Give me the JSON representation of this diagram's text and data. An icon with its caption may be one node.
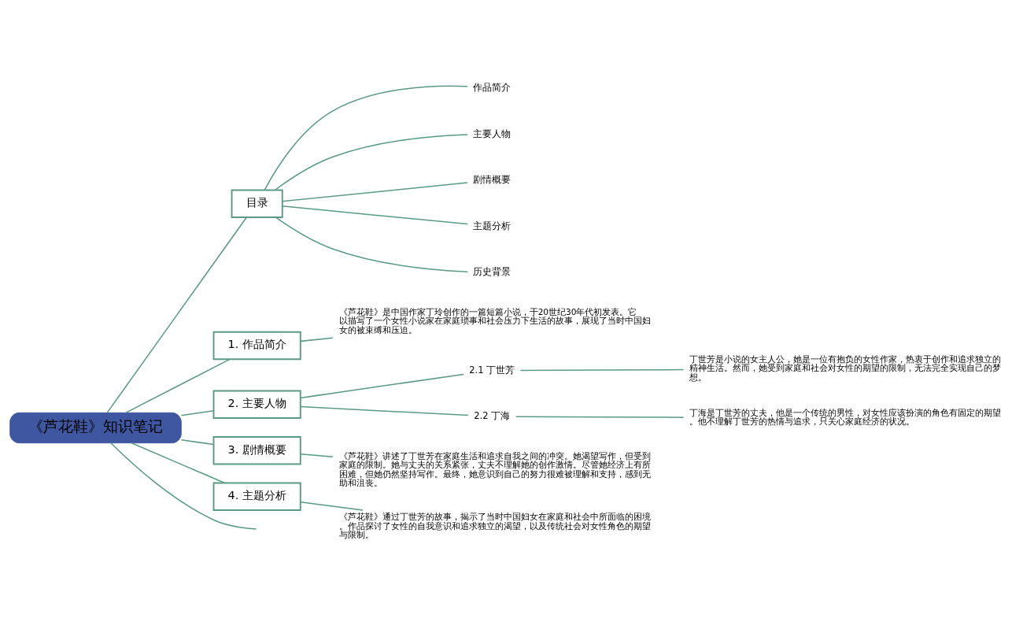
{
  "diagram": {
    "nodes": [
      {
        "text": [
          "《芦花鞋》知识笔记"
        ]
      },
      {
        "text": [
          "目录"
        ]
      },
      {
        "text": [
          "作品简介"
        ]
      },
      {
        "text": [
          "主要人物"
        ]
      },
      {
        "text": [
          "剧情概要"
        ]
      },
      {
        "text": [
          "主题分析"
        ]
      },
      {
        "text": [
          "历史背景"
        ]
      },
      {
        "text": [
          "1. 作品简介"
        ]
      },
      {
        "text": [
          "《芦花鞋》是中国作家丁玲创作的一篇短篇小说，于20世纪30年代初发表。它以描写了一个女性小说家在家庭琐事和社会压力下生活的故事，展现了当时中国妇女的被束缚和压迫。"
        ]
      },
      {
        "text": [
          "2. 主要人物"
        ]
      },
      {
        "text": [
          "2.1 丁世芳"
        ]
      },
      {
        "text": [
          "丁世芳是小说的女主人公，她是一位有抱负的女性作家，热衷于创作和追求独立的精神生活。然而，她受到家庭和社会对女性的期望的限制，无法完全实现自己的梦想。"
        ]
      },
      {
        "text": [
          "2.2 丁海"
        ]
      },
      {
        "text": [
          "丁海是丁世芳的丈夫，他是一个传统的男性，对女性应该扮演的角色有固定的期望。他不理解丁世芳的热情与追求，只关心家庭经济的状况。"
        ]
      },
      {
        "text": [
          "3. 剧情概要"
        ]
      },
      {
        "text": [
          "《芦花鞋》讲述了丁世芳在家庭生活和追求自我之间的冲突。她渴望写作，但受到家庭的限制。她与丈夫的关系紧张，丈夫不理解她的创作激情。尽管她经济上有所困难，但她仍然坚持写作。最终，她意识到自己的努力很难被理解和支持，感到无助和沮丧。"
        ]
      },
      {
        "text": [
          "4. 主题分析"
        ]
      },
      {
        "text": [
          "《芦花鞋》通过丁世芳的故事，揭示了当时中国妇女在家庭和社会中所面临的困境。作品探讨了女性的自我意识和追求独立的渴望，以及传统社会对女性角色的期望与限制。"
        ]
      }
    ],
    "edges": [
      {
        "from": 0,
        "to": 1,
        "arrow": "none"
      },
      {
        "from": 1,
        "to": 2,
        "arrow": "none"
      },
      {
        "from": 1,
        "to": 3,
        "arrow": "none"
      },
      {
        "from": 1,
        "to": 4,
        "arrow": "none"
      },
      {
        "from": 1,
        "to": 5,
        "arrow": "none"
      },
      {
        "from": 1,
        "to": 6,
        "arrow": "none"
      },
      {
        "from": 0,
        "to": 7,
        "arrow": "none"
      },
      {
        "from": 7,
        "to": 8,
        "arrow": "none"
      },
      {
        "from": 0,
        "to": 9,
        "arrow": "none"
      },
      {
        "from": 9,
        "to": 10,
        "arrow": "none"
      },
      {
        "from": 10,
        "to": 11,
        "arrow": "none"
      },
      {
        "from": 9,
        "to": 12,
        "arrow": "none"
      },
      {
        "from": 12,
        "to": 13,
        "arrow": "none"
      },
      {
        "from": 0,
        "to": 14,
        "arrow": "none"
      },
      {
        "from": 14,
        "to": 15,
        "arrow": "none"
      },
      {
        "from": 0,
        "to": 16,
        "arrow": "none"
      },
      {
        "from": 16,
        "to": 17,
        "arrow": "none"
      },
      {
        "from": 0,
        "to": null,
        "arrow": "none"
      }
    ]
  }
}
